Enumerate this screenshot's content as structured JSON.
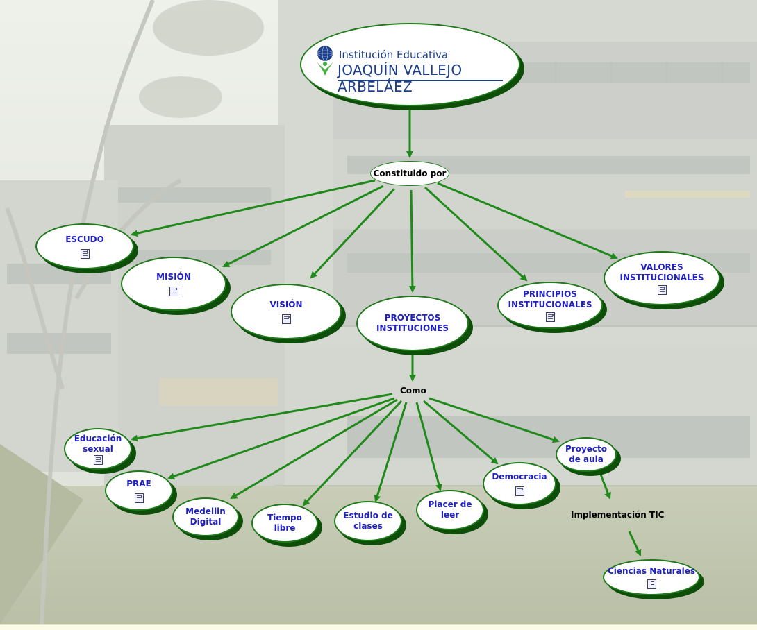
{
  "logo": {
    "line1": "Institución Educativa",
    "line2": "JOAQUÍN VALLEJO ARBELÁEZ"
  },
  "links": {
    "constituido": "Constituido por",
    "como": "Como",
    "implementacion": "Implementación TIC"
  },
  "nodes": {
    "escudo": "ESCUDO",
    "mision": "MISIÓN",
    "vision": "VISIÓN",
    "proyectos": "PROYECTOS\nINSTITUCIONES",
    "principios": "PRINCIPIOS\nINSTITUCIONALES",
    "valores": "VALORES\nINSTITUCIONALES",
    "educacion": "Educación\nsexual",
    "prae": "PRAE",
    "medellin": "Medellin\nDigital",
    "tiempo": "Tiempo\nlibre",
    "estudio": "Estudio de\nclases",
    "placer": "Placer de\nleer",
    "democracia": "Democracia",
    "proyecto_aula": "Proyecto\nde aula",
    "ciencias": "Ciencias Naturales"
  },
  "colors": {
    "edge": "#1f8a1a",
    "node_border": "#1f7a1a",
    "node_shadow": "#0d4f09",
    "label": "#1f1fc2"
  }
}
